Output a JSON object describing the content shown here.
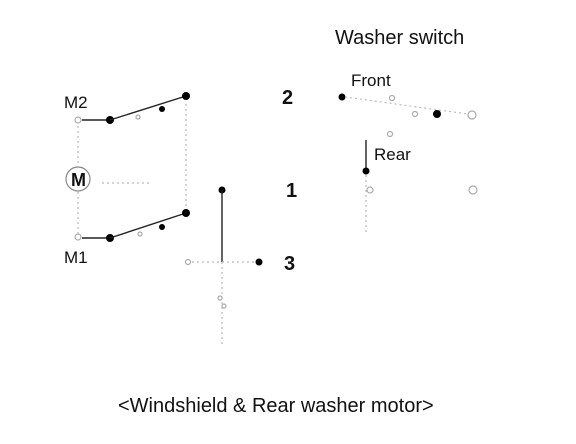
{
  "title": "Washer switch",
  "labels": {
    "front": "Front",
    "rear": "Rear",
    "motor": "M",
    "m1": "M1",
    "m2": "M2"
  },
  "ports": {
    "p1": "1",
    "p2": "2",
    "p3": "3"
  },
  "caption": "<Windshield & Rear washer motor>"
}
